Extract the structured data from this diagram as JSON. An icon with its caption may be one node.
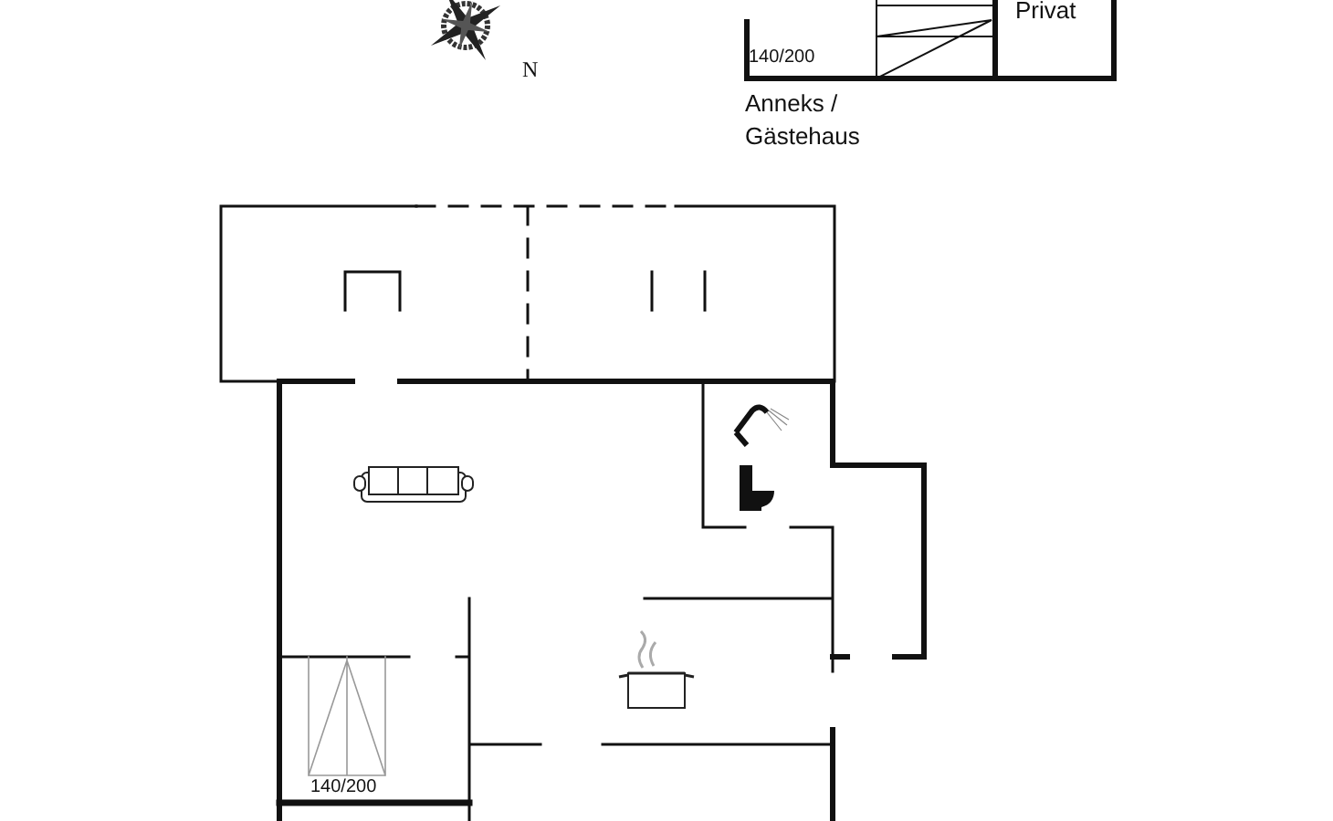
{
  "diagram": {
    "labels": [
      "Privat",
      "140/200",
      "N",
      "Anneks / Gästehaus",
      "140/200"
    ]
  }
}
